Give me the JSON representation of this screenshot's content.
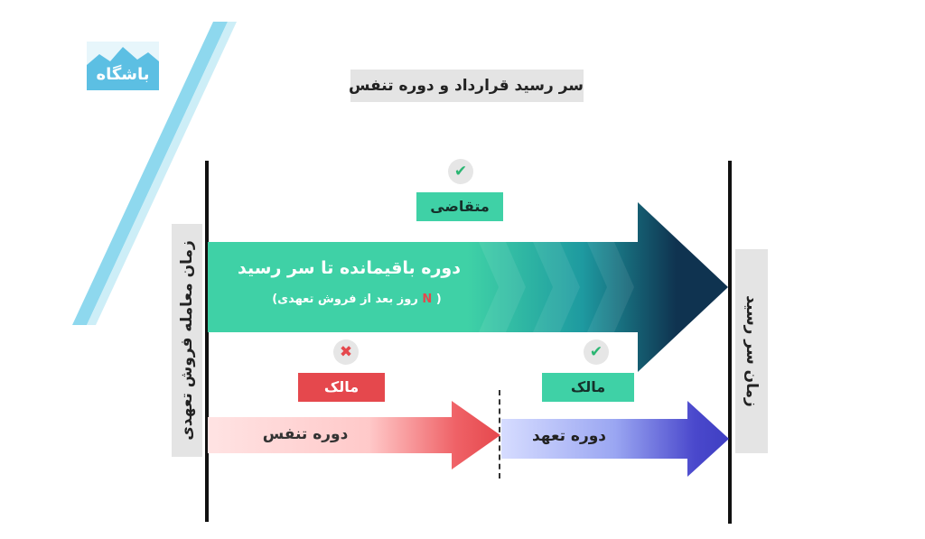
{
  "logo": {
    "text": "باشگاه"
  },
  "title": "سر رسید قرارداد و دوره تنفس",
  "left_axis_label": "زمان معامله فروش تعهدی",
  "right_axis_label": "زمان سر رسید",
  "top_arrow": {
    "main_text": "دوره باقیمانده تا سر رسید",
    "sub_text_before": "(",
    "sub_letter": "N",
    "sub_text_after": "روز بعد از فروش تعهدی)",
    "tag": "متقاضی",
    "status_icon": "check-icon"
  },
  "breathing_arrow": {
    "text": "دوره تنفس",
    "tag": "مالک",
    "status_icon": "cross-icon"
  },
  "commitment_arrow": {
    "text": "دوره تعهد",
    "tag": "مالک",
    "status_icon": "check-icon"
  },
  "glyphs": {
    "check": "✔",
    "cross": "✖"
  },
  "colors": {
    "teal": "#3fd1a6",
    "navy": "#0f3350",
    "red": "#e5484d",
    "pink": "#ffd6d6",
    "blue": "#3f3fc2",
    "light_blue": "#c7d2ff",
    "stripe_blue": "#8ed8ee"
  }
}
